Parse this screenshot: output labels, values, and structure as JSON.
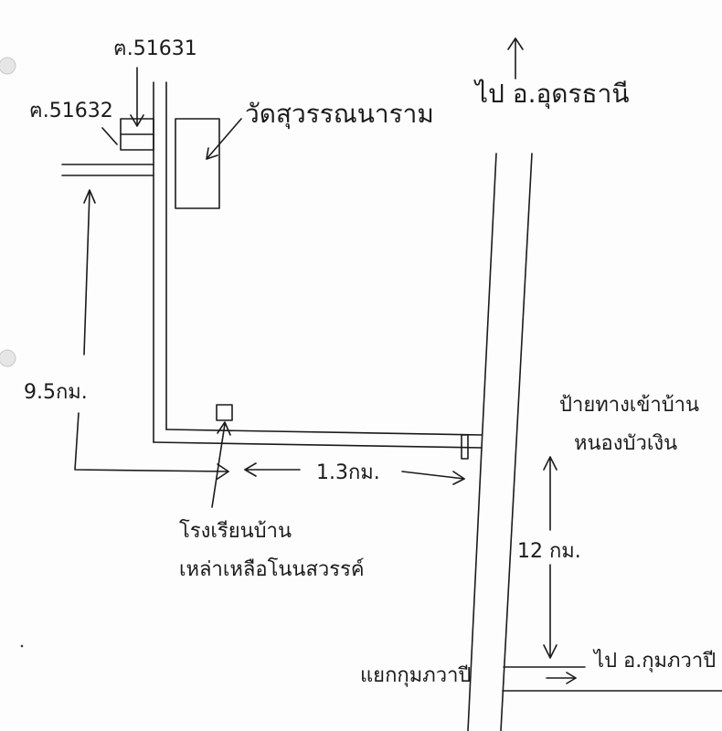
{
  "labels": {
    "km_51631": "ฅ.51631",
    "km_51632": "ฅ.51632",
    "temple": "วัดสุวรรณนาราม",
    "to_udon": "ไป อ.อุดรธานี",
    "dist_9_5": "9.5กม.",
    "school_line1": "โรงเรียนบ้าน",
    "school_line2": "เหล่าเหลือโนนสวรรค์",
    "dist_1_3": "1.3กม.",
    "sign_line1": "ป้ายทางเข้าบ้าน",
    "sign_line2": "หนองบัวเงิน",
    "dist_12": "12 กม.",
    "junction": "แยกกุมภวาปี",
    "to_kumphawapi": "ไป อ.กุมภวาปี"
  }
}
